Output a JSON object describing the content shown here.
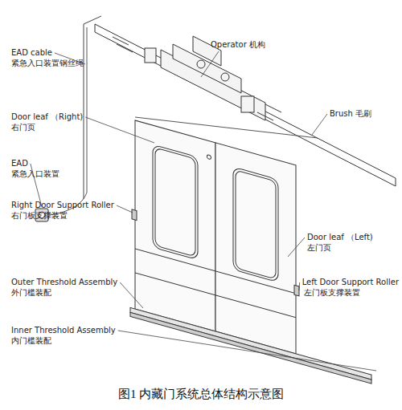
{
  "diagram": {
    "caption": "图1 内藏门系统总体结构示意图",
    "labels": [
      "EAD cable",
      "紧急入口装置钢丝绳",
      "Operator 机构",
      "Door leaf （Right)",
      "右门页",
      "Brush 毛刷",
      "EAD",
      "紧急入口装置",
      "Right Door Support Roller",
      "右门板支撑装置",
      "Door leaf （Left)",
      "左门页",
      "Outer Threshold Assembly",
      "外门槛装配",
      "Left Door Support Roller",
      "左门板支撑装置",
      "Inner Threshold Assembly",
      "内门槛装配"
    ]
  }
}
